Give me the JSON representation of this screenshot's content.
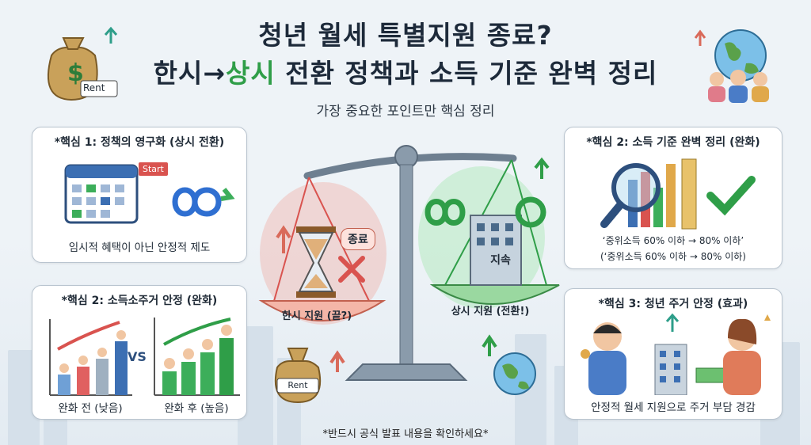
{
  "header": {
    "title_line1": "청년 월세 특별지원 종료?",
    "title_line2_part1": "한시→",
    "title_line2_part2": "상시",
    "title_line2_part3": " 전환 정책과 소득 기준 완벽 정리",
    "subtitle": "가장 중요한 포인트만 핵심 정리"
  },
  "card_policy": {
    "title": "*핵심 1: 정책의 영구화 (상시 전환)",
    "flag_label": "Start",
    "caption": "임시적 혜택이 아닌 안정적 제도"
  },
  "card_income_left": {
    "title": "*핵심 2: 소득소주거 안정 (완화)",
    "vs_label": "VS",
    "caption_before": "완화 전 (낮음)",
    "caption_after": "완화 후 (높음)"
  },
  "card_income_right": {
    "title": "*핵심 2: 소득 기준 완벽 정리 (완화)",
    "line1": "‘중위소득 60% 이하 → 80% 이하’",
    "line2": "(‘중위소득 60% 이하 → 80% 이하)"
  },
  "card_housing": {
    "title": "*핵심 3: 청년 주거 안정 (효과)",
    "caption": "안정적 월세 지원으로 주거 부담 경감"
  },
  "scale": {
    "left_pan_label": "한시 지원 (끝?)",
    "left_bubble": "종료",
    "right_pan_label": "상시 지원 (전환!)",
    "building_label": "지속"
  },
  "icons": {
    "bag_label_top": "Rent",
    "bag_label_bottom": "Rent"
  },
  "footer": {
    "note": "*반드시 공식 발표 내용을 확인하세요*"
  },
  "colors": {
    "accent_green": "#2f9e48",
    "accent_red": "#d9534f",
    "arrow_teal": "#2e9e8a",
    "arrow_red": "#d96a5a"
  }
}
